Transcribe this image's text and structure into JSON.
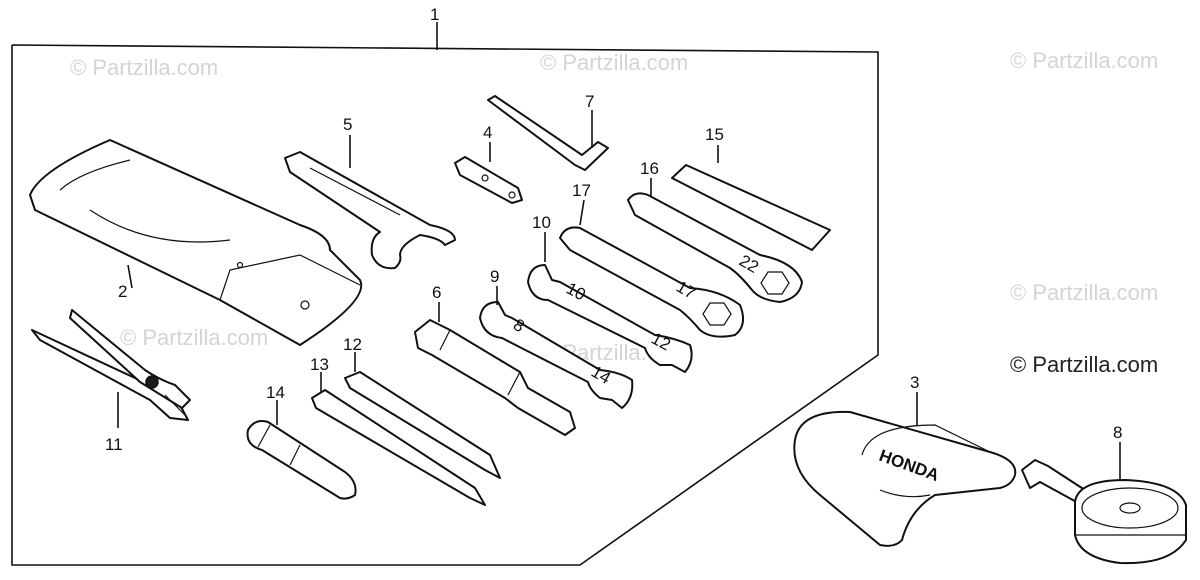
{
  "diagram": {
    "watermarks": [
      "© Partzilla.com",
      "© Partzilla.com",
      "© Partzilla.com",
      "© Partzilla.com",
      "© Partzilla.com",
      "© Partzilla.com"
    ],
    "watermark_highlight": "© Partzilla.com",
    "callouts": {
      "c1": "1",
      "c2": "2",
      "c3": "3",
      "c4": "4",
      "c5": "5",
      "c6": "6",
      "c7": "7",
      "c8": "8",
      "c9": "9",
      "c10": "10",
      "c11": "11",
      "c12": "12",
      "c13": "13",
      "c14": "14",
      "c15": "15",
      "c16": "16",
      "c17": "17"
    },
    "part_markings": {
      "pouch_brand": "HONDA",
      "wrench_17": "17",
      "wrench_22": "22",
      "wrench_10": "10",
      "wrench_8": "8",
      "wrench_12": "12",
      "wrench_14": "14"
    }
  }
}
